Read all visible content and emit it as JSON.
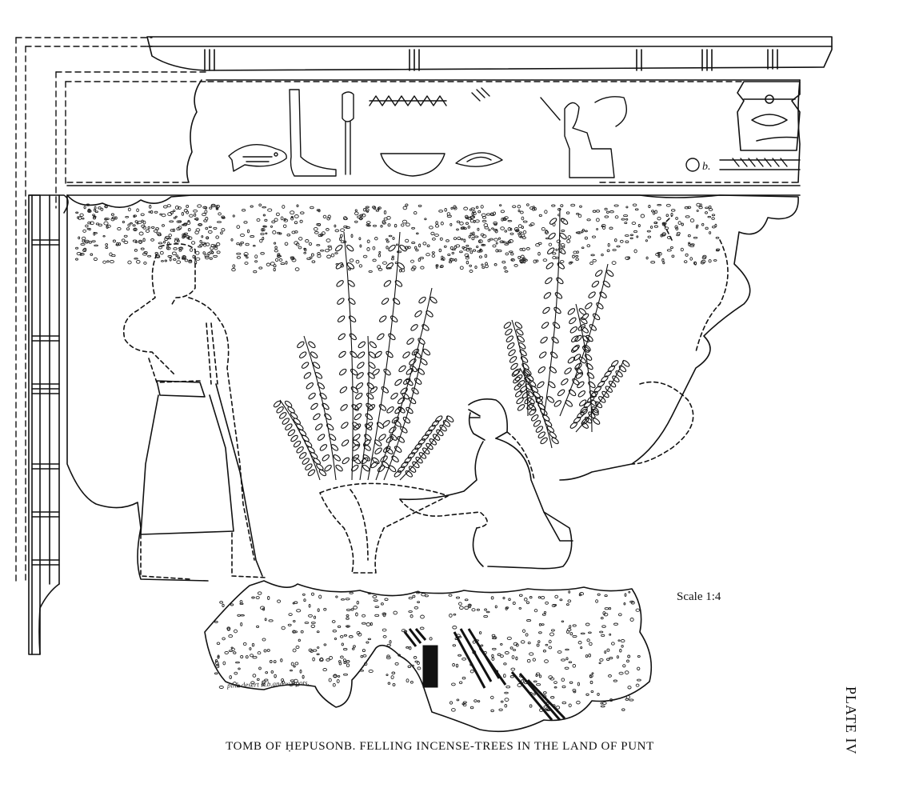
{
  "plate": {
    "caption": "TOMB OF ḤEPUSONB. FELLING INCENSE-TREES IN THE LAND OF PUNT",
    "scale": "Scale 1:4",
    "plate_number": "PLATE IV",
    "annotation": "pink desert R.b.and w. spots.",
    "sign_label": "b."
  }
}
